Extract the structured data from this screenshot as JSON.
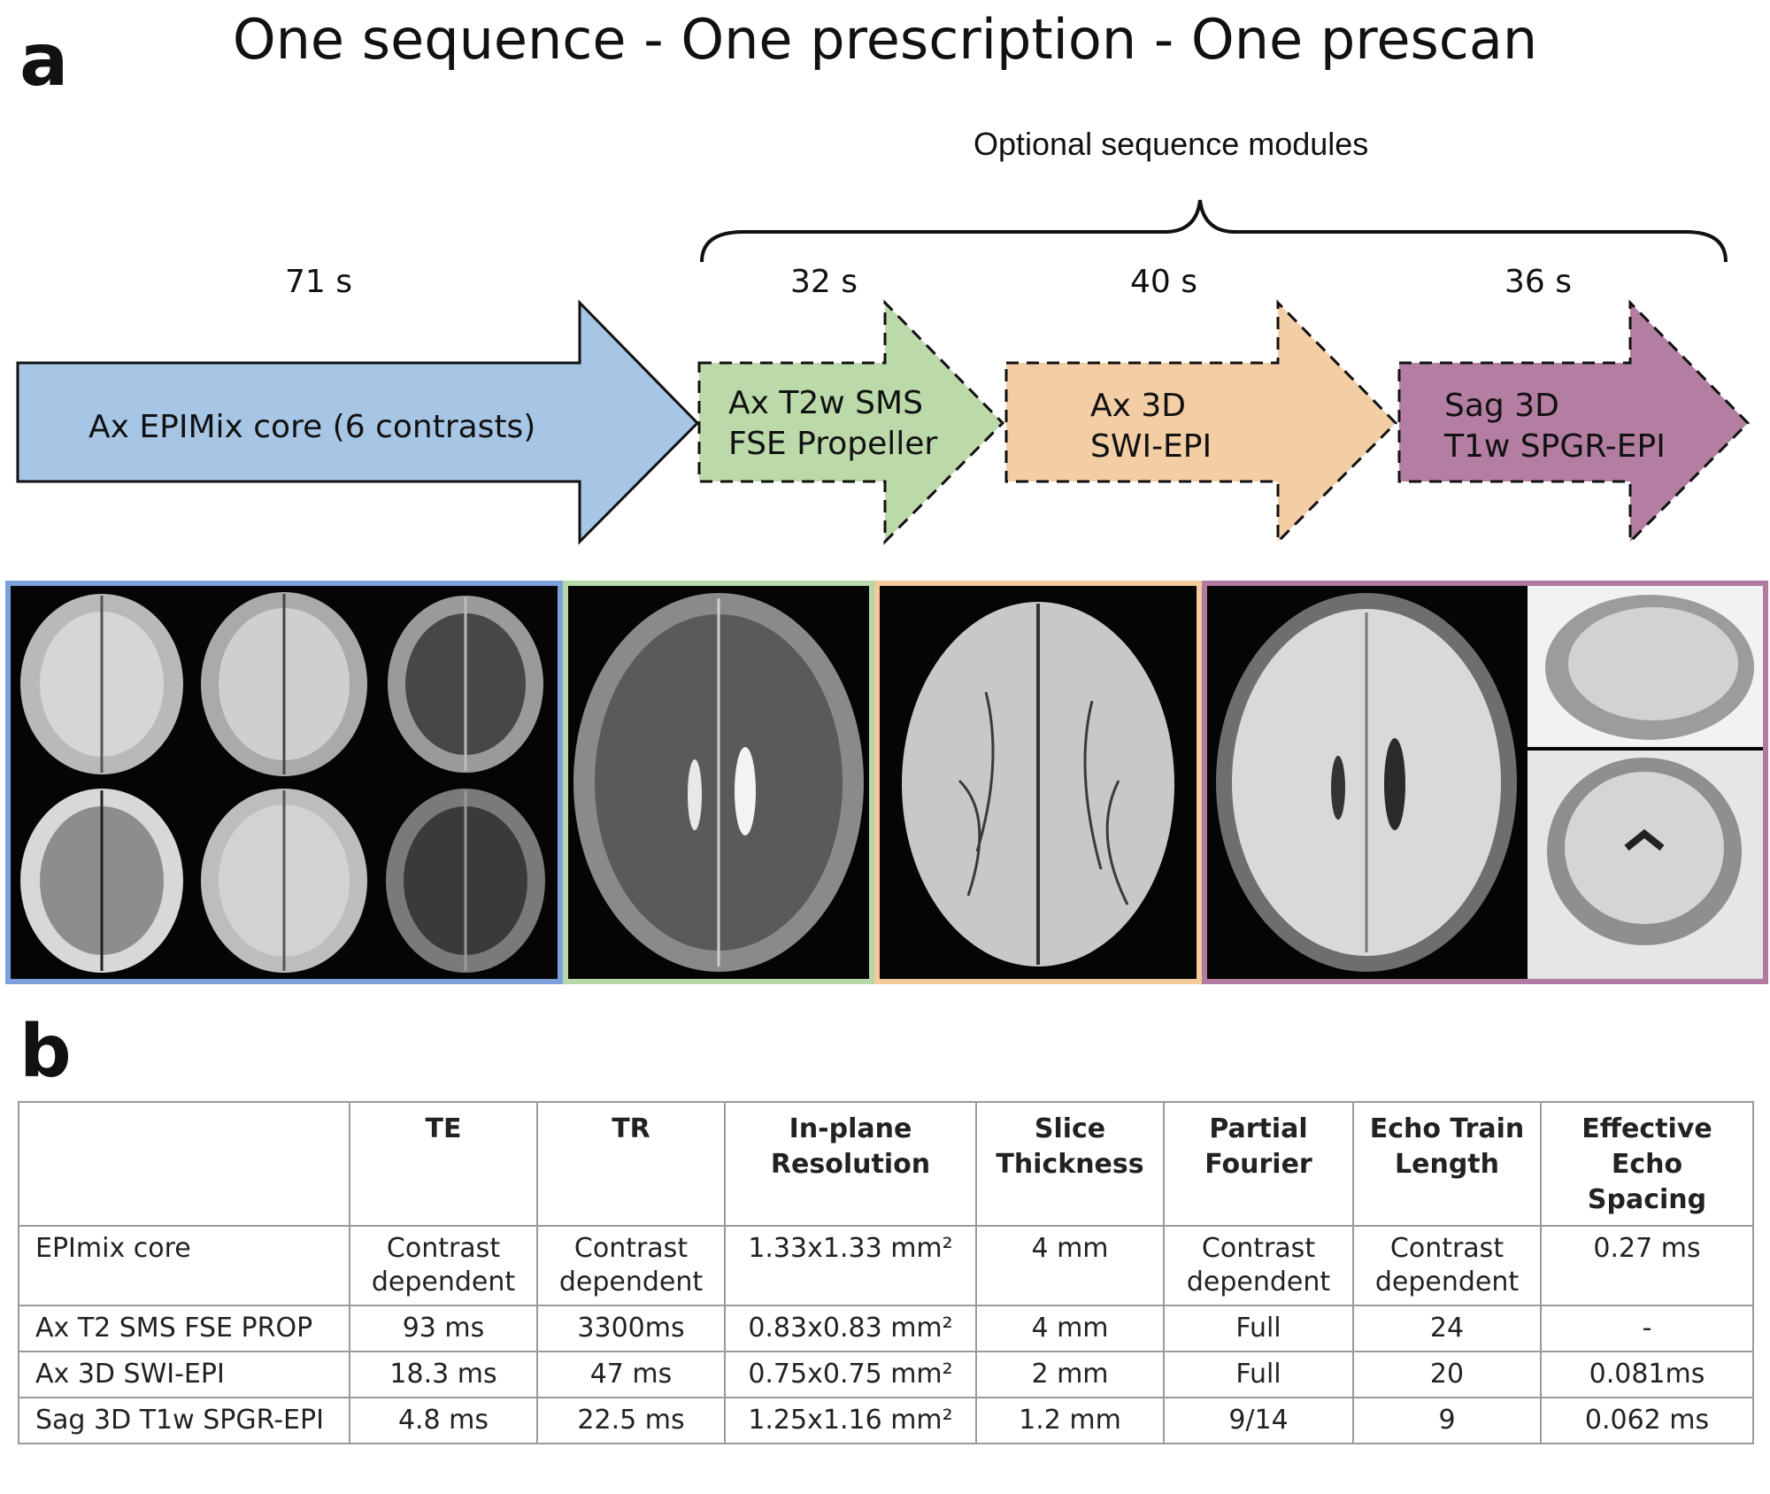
{
  "panel_a": {
    "letter": "a",
    "title": "One sequence - One prescription - One prescan",
    "optional_label": "Optional sequence modules",
    "colors": {
      "blue": "#a7c6e6",
      "green": "#bcd9a9",
      "orange": "#f3cda4",
      "purple": "#b47ea3",
      "blue_border": "#7ba0dc",
      "green_border": "#b6d7a8",
      "orange_border": "#f4c99c",
      "purple_border": "#b07aa1"
    },
    "arrows": [
      {
        "duration": "71 s",
        "line1": "Ax EPIMix core (6 contrasts)",
        "line2": "",
        "color": "blue"
      },
      {
        "duration": "32 s",
        "line1": "Ax T2w SMS",
        "line2": "FSE Propeller",
        "color": "green"
      },
      {
        "duration": "40 s",
        "line1": "Ax 3D",
        "line2": "SWI-EPI",
        "color": "orange"
      },
      {
        "duration": "36 s",
        "line1": "Sag 3D",
        "line2": "T1w SPGR-EPI",
        "color": "purple"
      }
    ],
    "image_panels": [
      {
        "name": "epimix-core-images",
        "count": 6
      },
      {
        "name": "t2w-propeller-image",
        "count": 1
      },
      {
        "name": "swi-epi-image",
        "count": 1
      },
      {
        "name": "t1w-spgr-epi-images",
        "count": 3
      }
    ]
  },
  "panel_b": {
    "letter": "b",
    "table": {
      "headers": [
        {
          "lines": [
            ""
          ]
        },
        {
          "lines": [
            "TE"
          ]
        },
        {
          "lines": [
            "TR"
          ]
        },
        {
          "lines": [
            "In-plane",
            "Resolution"
          ]
        },
        {
          "lines": [
            "Slice",
            "Thickness"
          ]
        },
        {
          "lines": [
            "Partial",
            "Fourier"
          ]
        },
        {
          "lines": [
            "Echo Train",
            "Length"
          ]
        },
        {
          "lines": [
            "Effective",
            "Echo",
            "Spacing"
          ]
        }
      ],
      "rows": [
        {
          "name": "EPImix core",
          "cells": [
            [
              "Contrast",
              "dependent"
            ],
            [
              "Contrast",
              "dependent"
            ],
            [
              "1.33x1.33 mm²"
            ],
            [
              "4 mm"
            ],
            [
              "Contrast",
              "dependent"
            ],
            [
              "Contrast",
              "dependent"
            ],
            [
              "0.27 ms"
            ]
          ]
        },
        {
          "name": "Ax T2 SMS FSE PROP",
          "cells": [
            [
              "93 ms"
            ],
            [
              "3300ms"
            ],
            [
              "0.83x0.83 mm²"
            ],
            [
              "4 mm"
            ],
            [
              "Full"
            ],
            [
              "24"
            ],
            [
              "-"
            ]
          ]
        },
        {
          "name": "Ax 3D SWI-EPI",
          "cells": [
            [
              "18.3 ms"
            ],
            [
              "47 ms"
            ],
            [
              "0.75x0.75 mm²"
            ],
            [
              "2 mm"
            ],
            [
              "Full"
            ],
            [
              "20"
            ],
            [
              "0.081ms"
            ]
          ]
        },
        {
          "name": "Sag 3D T1w SPGR-EPI",
          "cells": [
            [
              "4.8 ms"
            ],
            [
              "22.5 ms"
            ],
            [
              "1.25x1.16 mm²"
            ],
            [
              "1.2 mm"
            ],
            [
              "9/14"
            ],
            [
              "9"
            ],
            [
              "0.062 ms"
            ]
          ]
        }
      ]
    }
  }
}
